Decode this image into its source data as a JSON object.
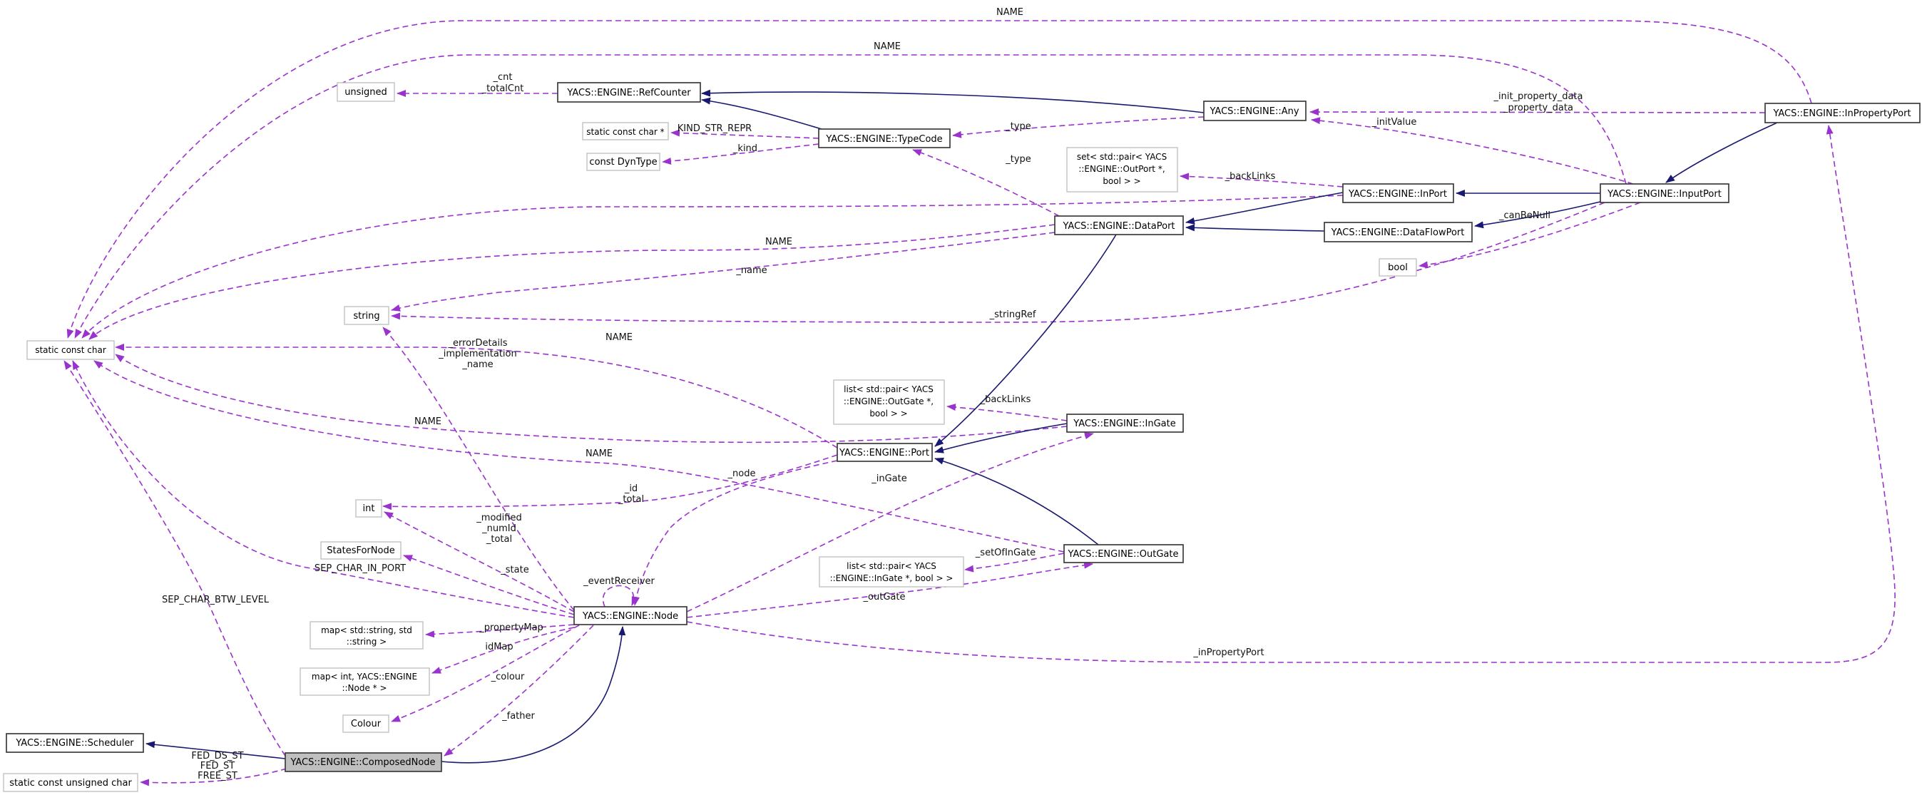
{
  "diagram": {
    "kind": "doxygen-collaboration-graph",
    "colors": {
      "dashed_edge": "#9a32cd",
      "solid_edge": "#191970",
      "class_border": "#3c3c3c",
      "external_border": "#bcbcbc",
      "current_class_fill": "#bfbfbf",
      "background": "#ffffff"
    }
  },
  "nodes": {
    "unsigned": {
      "label": "unsigned"
    },
    "refcounter": {
      "label": "YACS::ENGINE::RefCounter"
    },
    "static_const_char_ptr": {
      "label": "static const char *"
    },
    "const_dyntype": {
      "label": "const DynType"
    },
    "typecode": {
      "label": "YACS::ENGINE::TypeCode"
    },
    "any": {
      "label": "YACS::ENGINE::Any"
    },
    "inpropertyport": {
      "label": "YACS::ENGINE::InPropertyPort"
    },
    "set_outport": {
      "lines": [
        "set< std::pair< YACS",
        "::ENGINE::OutPort *,",
        "bool > >"
      ]
    },
    "inport": {
      "label": "YACS::ENGINE::InPort"
    },
    "inputport": {
      "label": "YACS::ENGINE::InputPort"
    },
    "dataport": {
      "label": "YACS::ENGINE::DataPort"
    },
    "dataflowport": {
      "label": "YACS::ENGINE::DataFlowPort"
    },
    "bool": {
      "label": "bool"
    },
    "string": {
      "label": "string"
    },
    "static_const_char": {
      "label": "static const char"
    },
    "list_outgate": {
      "lines": [
        "list< std::pair< YACS",
        "::ENGINE::OutGate *,",
        "bool > >"
      ]
    },
    "ingate": {
      "label": "YACS::ENGINE::InGate"
    },
    "port": {
      "label": "YACS::ENGINE::Port"
    },
    "int": {
      "label": "int"
    },
    "statesfornode": {
      "label": "StatesForNode"
    },
    "outgate": {
      "label": "YACS::ENGINE::OutGate"
    },
    "list_ingate": {
      "lines": [
        "list< std::pair< YACS",
        "::ENGINE::InGate *, bool > >"
      ]
    },
    "node": {
      "label": "YACS::ENGINE::Node"
    },
    "map_string": {
      "lines": [
        "map< std::string, std",
        "::string >"
      ]
    },
    "map_int_node": {
      "lines": [
        "map< int, YACS::ENGINE",
        "::Node * >"
      ]
    },
    "colour": {
      "label": "Colour"
    },
    "scheduler": {
      "label": "YACS::ENGINE::Scheduler"
    },
    "composednode": {
      "label": "YACS::ENGINE::ComposedNode"
    },
    "static_const_unsigned_char": {
      "label": "static const unsigned char"
    }
  },
  "labels": {
    "name1": "NAME",
    "name2": "NAME",
    "name3": "NAME",
    "name4": "NAME",
    "name5": "NAME",
    "name6": "NAME",
    "cnt": "_cnt",
    "totalcnt": "_totalCnt",
    "kind_str_repr": "KIND_STR_REPR",
    "kind": "_kind",
    "type1": "_type",
    "type2": "_type",
    "init_property_data": "_init_property_data",
    "property_data": "_property_data",
    "initvalue": "_initValue",
    "backlinks1": "_backLinks",
    "backlinks2": "_backLinks",
    "canbenull": "_canBeNull",
    "name_member": "_name",
    "stringref": "_stringRef",
    "errordetails": "_errorDetails",
    "implementation": "_implementation",
    "name_field": "_name",
    "node_ref": "_node",
    "ingate_ref": "_inGate",
    "id": "_id",
    "total1": "_total",
    "modified": "_modified",
    "numid": "_numId",
    "total2": "_total",
    "setofingate": "_setOfInGate",
    "state": "_state",
    "sep_char_in_port": "SEP_CHAR_IN_PORT",
    "eventreceiver": "_eventReceiver",
    "outgate_ref": "_outGate",
    "propertymap": "_propertyMap",
    "idmap": "idMap",
    "colour_ref": "_colour",
    "father": "_father",
    "sep_char_btw_level": "SEP_CHAR_BTW_LEVEL",
    "fed_ds_st": "FED_DS_ST",
    "fed_st": "FED_ST",
    "free_st": "FREE_ST",
    "inpropertyport_ref": "_inPropertyPort"
  }
}
